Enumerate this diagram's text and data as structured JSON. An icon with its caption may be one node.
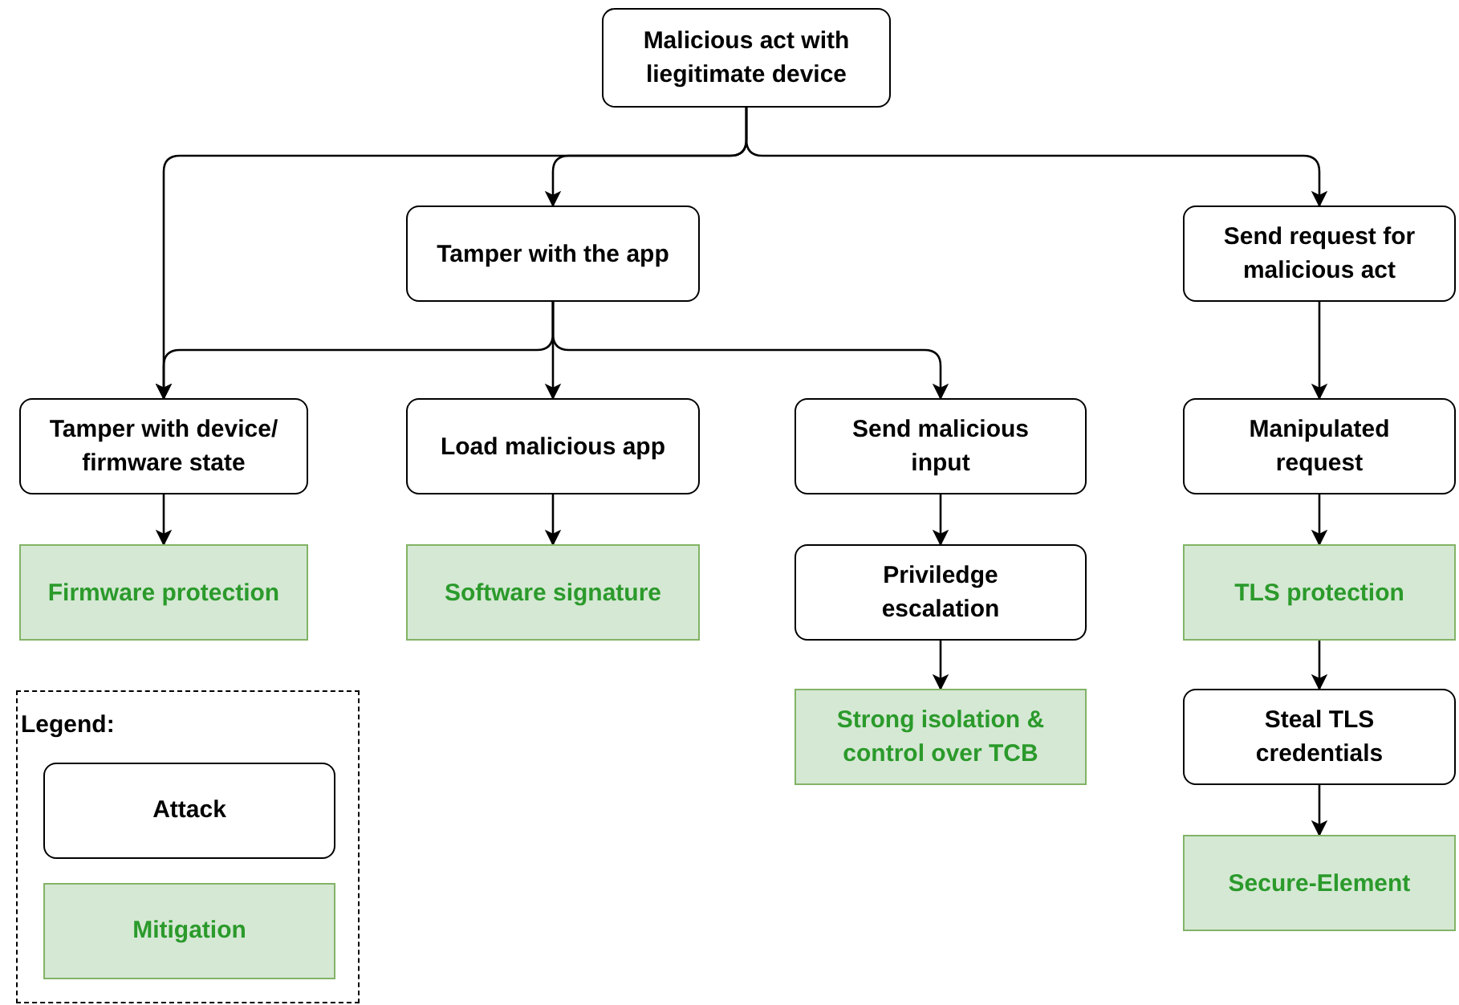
{
  "diagram": {
    "nodes": [
      {
        "text": [
          "Malicious act with liegitimate device"
        ]
      },
      {
        "text": [
          "Tamper with the app"
        ]
      },
      {
        "text": [
          "Send request for malicious act"
        ]
      },
      {
        "text": [
          "Tamper with device/ firmware state"
        ]
      },
      {
        "text": [
          "Load malicious app"
        ]
      },
      {
        "text": [
          "Send malicious input"
        ]
      },
      {
        "text": [
          "Manipulated request"
        ]
      },
      {
        "text": [
          "Firmware protection"
        ]
      },
      {
        "text": [
          "Software signature"
        ]
      },
      {
        "text": [
          "Priviledge escalation"
        ]
      },
      {
        "text": [
          "TLS protection"
        ]
      },
      {
        "text": [
          "Strong isolation & control over TCB"
        ]
      },
      {
        "text": [
          "Steal TLS credentials"
        ]
      },
      {
        "text": [
          "Secure-Element"
        ]
      }
    ],
    "edges": [
      {
        "from": 0,
        "to": 3,
        "arrow": "to"
      },
      {
        "from": 0,
        "to": 1,
        "arrow": "to"
      },
      {
        "from": 0,
        "to": 2,
        "arrow": "to"
      },
      {
        "from": 1,
        "to": 3,
        "arrow": "to"
      },
      {
        "from": 1,
        "to": 4,
        "arrow": "to"
      },
      {
        "from": 1,
        "to": 5,
        "arrow": "to"
      },
      {
        "from": 2,
        "to": 6,
        "arrow": "to"
      },
      {
        "from": 3,
        "to": 7,
        "arrow": "to"
      },
      {
        "from": 4,
        "to": 8,
        "arrow": "to"
      },
      {
        "from": 5,
        "to": 9,
        "arrow": "to"
      },
      {
        "from": 6,
        "to": 10,
        "arrow": "to"
      },
      {
        "from": 9,
        "to": 11,
        "arrow": "to"
      },
      {
        "from": 10,
        "to": 12,
        "arrow": "to"
      },
      {
        "from": 12,
        "to": 13,
        "arrow": "to"
      }
    ],
    "labels": [
      "Legend:"
    ],
    "legend": [
      {
        "text": "Attack",
        "color": "#ffffff"
      },
      {
        "text": "Mitigation",
        "color": "#d5e8d4"
      }
    ]
  }
}
